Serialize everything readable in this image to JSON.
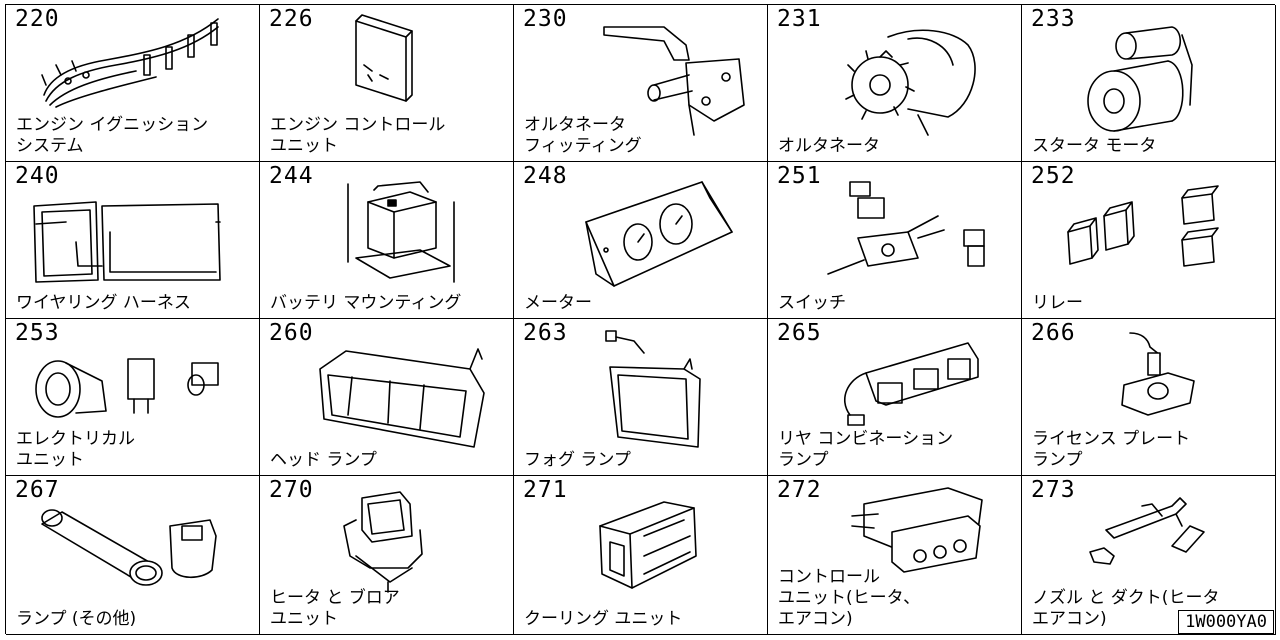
{
  "document_id": "1W000YA0",
  "cells": [
    {
      "code": "220",
      "label": "エンジン イグニッション\nシステム",
      "icon": "ignition-wires-icon"
    },
    {
      "code": "226",
      "label": "エンジン コントロール\nユニット",
      "icon": "control-unit-icon"
    },
    {
      "code": "230",
      "label": "オルタネータ\nフィッティング",
      "icon": "alternator-bracket-icon"
    },
    {
      "code": "231",
      "label": "オルタネータ",
      "icon": "alternator-icon"
    },
    {
      "code": "233",
      "label": "スタータ モータ",
      "icon": "starter-motor-icon"
    },
    {
      "code": "240",
      "label": "ワイヤリング ハーネス",
      "icon": "wiring-harness-icon"
    },
    {
      "code": "244",
      "label": "バッテリ マウンティング",
      "icon": "battery-mount-icon"
    },
    {
      "code": "248",
      "label": "メーター",
      "icon": "meter-icon"
    },
    {
      "code": "251",
      "label": "スイッチ",
      "icon": "switch-icon"
    },
    {
      "code": "252",
      "label": "リレー",
      "icon": "relay-icon"
    },
    {
      "code": "253",
      "label": "エレクトリカル\nユニット",
      "icon": "horn-icon"
    },
    {
      "code": "260",
      "label": "ヘッド ランプ",
      "icon": "headlamp-icon"
    },
    {
      "code": "263",
      "label": "フォグ ランプ",
      "icon": "fog-lamp-icon"
    },
    {
      "code": "265",
      "label": "リヤ コンビネーション\nランプ",
      "icon": "rear-lamp-icon"
    },
    {
      "code": "266",
      "label": "ライセンス プレート\nランプ",
      "icon": "license-lamp-icon"
    },
    {
      "code": "267",
      "label": "ランプ (その他)",
      "icon": "lamp-bulb-icon"
    },
    {
      "code": "270",
      "label": "ヒータ と ブロア\nユニット",
      "icon": "heater-blower-icon"
    },
    {
      "code": "271",
      "label": "クーリング ユニット",
      "icon": "cooling-unit-icon"
    },
    {
      "code": "272",
      "label": "コントロール\nユニット(ヒータ、\nエアコン)",
      "icon": "ac-control-icon"
    },
    {
      "code": "273",
      "label": "ノズル と ダクト(ヒータ\nエアコン)",
      "icon": "nozzle-duct-icon"
    }
  ]
}
